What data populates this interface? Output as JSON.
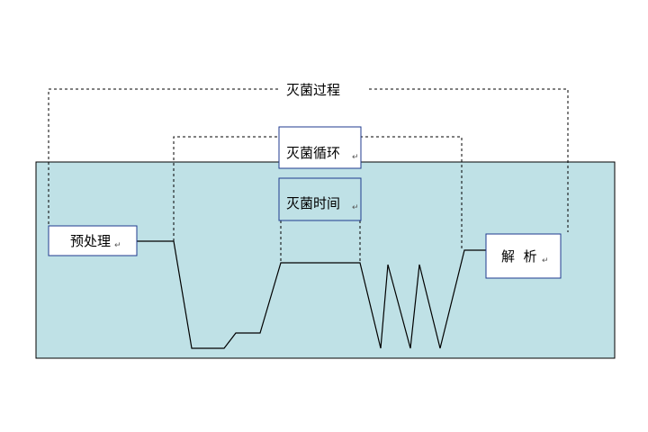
{
  "labels": {
    "process": "灭菌过程",
    "cycle": "灭菌循环",
    "time": "灭菌时间",
    "pretreatment": "预处理",
    "analysis": "解  析",
    "para_mark": "↵"
  },
  "colors": {
    "panel_fill": "#bfe1e6",
    "panel_border": "#000000",
    "box_border": "#1f3a8f",
    "line": "#000000",
    "dashed": "#000000"
  }
}
